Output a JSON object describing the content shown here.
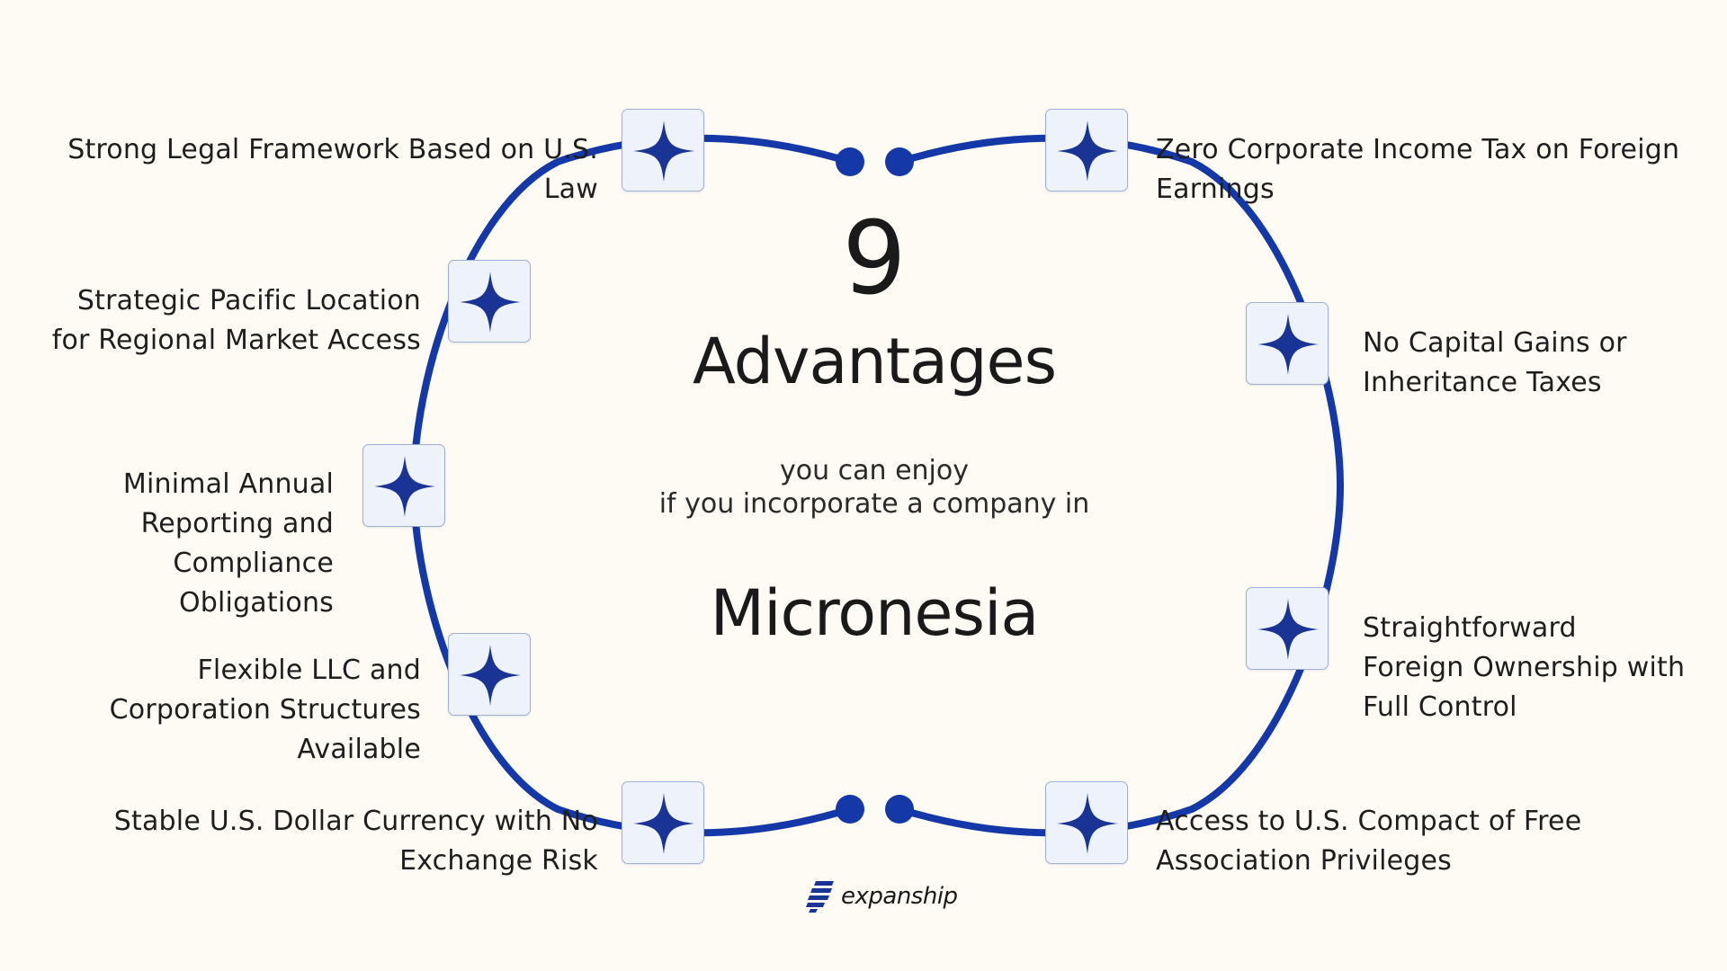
{
  "center": {
    "number": "9",
    "title": "Advantages",
    "subtitle_line1": "you can enjoy",
    "subtitle_line2": "if you incorporate a company in",
    "country": "Micronesia"
  },
  "advantages": [
    {
      "line1": "Strong Legal Framework Based on U.S.",
      "line2": "Law",
      "icon": "sparkle-icon"
    },
    {
      "line1": "Strategic Pacific Location",
      "line2": "for Regional Market Access",
      "icon": "sparkle-icon"
    },
    {
      "line1": "Minimal Annual",
      "line2": "Reporting and",
      "line3": "Compliance",
      "line4": "Obligations",
      "icon": "sparkle-icon"
    },
    {
      "line1": "Flexible LLC and",
      "line2": "Corporation Structures",
      "line3": "Available",
      "icon": "sparkle-icon"
    },
    {
      "line1": "Stable U.S. Dollar Currency with No",
      "line2": "Exchange Risk",
      "icon": "sparkle-icon"
    },
    {
      "line1": "Zero Corporate Income Tax on Foreign",
      "line2": "Earnings",
      "icon": "sparkle-icon"
    },
    {
      "line1": "No Capital Gains or",
      "line2": "Inheritance Taxes",
      "icon": "sparkle-icon"
    },
    {
      "line1": "Straightforward",
      "line2": "Foreign Ownership with",
      "line3": "Full Control",
      "icon": "sparkle-icon"
    },
    {
      "line1": "Access to U.S. Compact of Free",
      "line2": "Association Privileges",
      "icon": "sparkle-icon"
    }
  ],
  "brand": {
    "name": "expanship",
    "icon": "expanship-logo-icon"
  },
  "colors": {
    "ring": "#1538a8",
    "icon": "#1a3496",
    "background": "#fdfbf4"
  }
}
